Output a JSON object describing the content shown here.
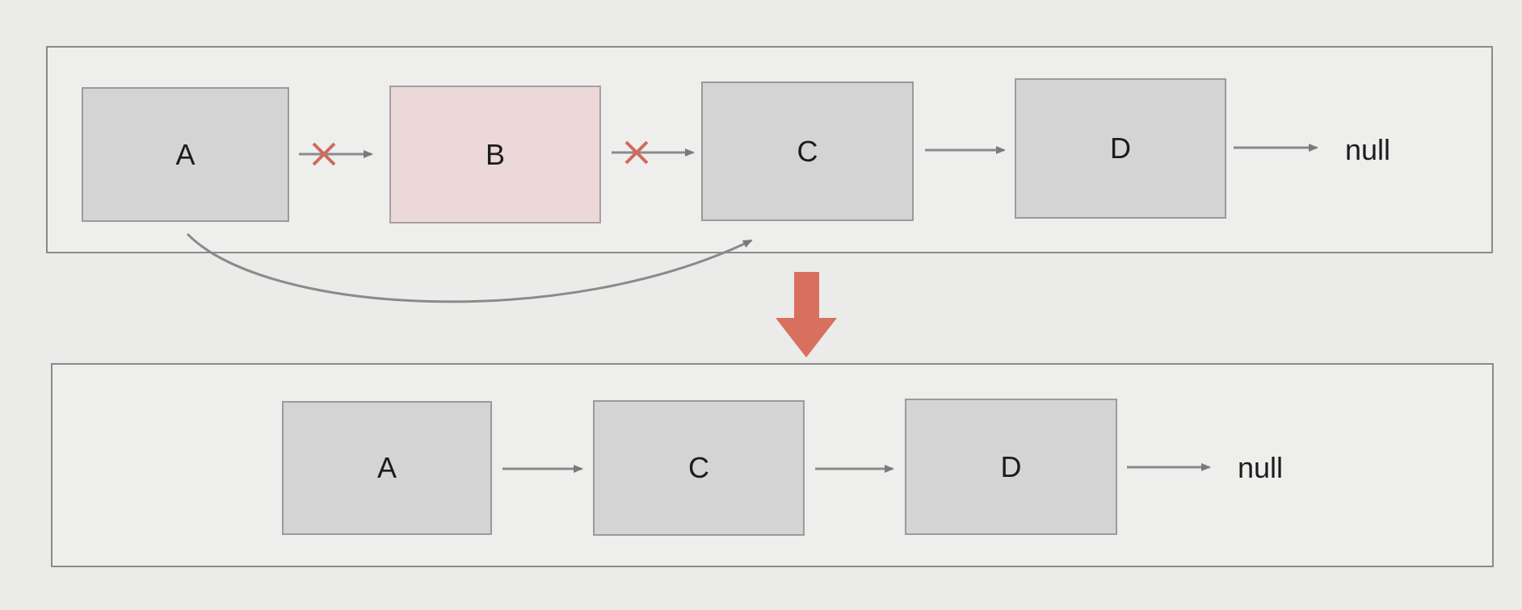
{
  "before": {
    "nodes": [
      {
        "label": "A",
        "removed": false
      },
      {
        "label": "B",
        "removed": true
      },
      {
        "label": "C",
        "removed": false
      },
      {
        "label": "D",
        "removed": false
      }
    ],
    "terminal": "null",
    "bypass_link": {
      "from": "A",
      "to": "C"
    },
    "crossed_links": [
      {
        "from": "A",
        "to": "B"
      },
      {
        "from": "B",
        "to": "C"
      }
    ]
  },
  "after": {
    "nodes": [
      {
        "label": "A"
      },
      {
        "label": "C"
      },
      {
        "label": "D"
      }
    ],
    "terminal": "null"
  },
  "colors": {
    "node_fill": "#d4d4d4",
    "removed_node_fill": "#ecd8d8",
    "arrow": "#7a7a7a",
    "cross_mark": "#d06a5c",
    "transition_arrow": "#d9705f"
  }
}
